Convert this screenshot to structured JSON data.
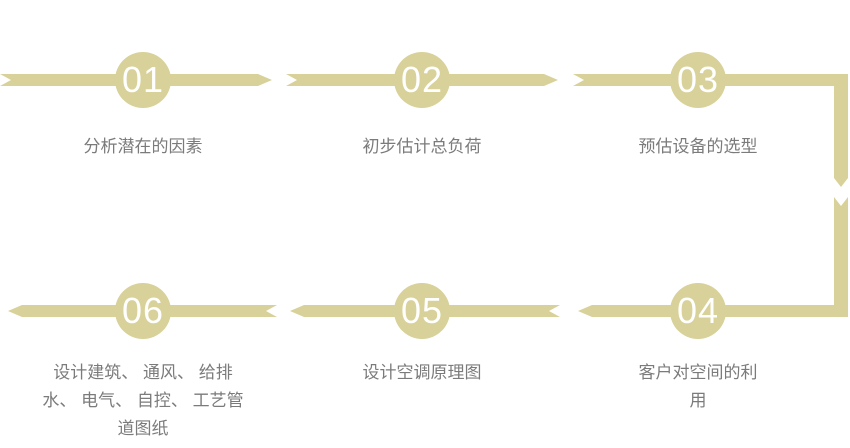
{
  "diagram": {
    "type": "process-flow",
    "accent_color": "#d8d199",
    "label_color": "#7b7b7b",
    "number_color": "#ffffff",
    "arrows": {
      "top_row_direction": "right",
      "bottom_row_direction": "left",
      "right_connector_direction": "down"
    },
    "steps": [
      {
        "number": "01",
        "label": "分析潜在的因素"
      },
      {
        "number": "02",
        "label": "初步估计总负荷"
      },
      {
        "number": "03",
        "label": "预估设备的选型"
      },
      {
        "number": "04",
        "label": "客户对空间的利\n用"
      },
      {
        "number": "05",
        "label": "设计空调原理图"
      },
      {
        "number": "06",
        "label": "设计建筑、 通风、 给排\n水、 电气、 自控、 工艺管\n道图纸"
      }
    ]
  }
}
